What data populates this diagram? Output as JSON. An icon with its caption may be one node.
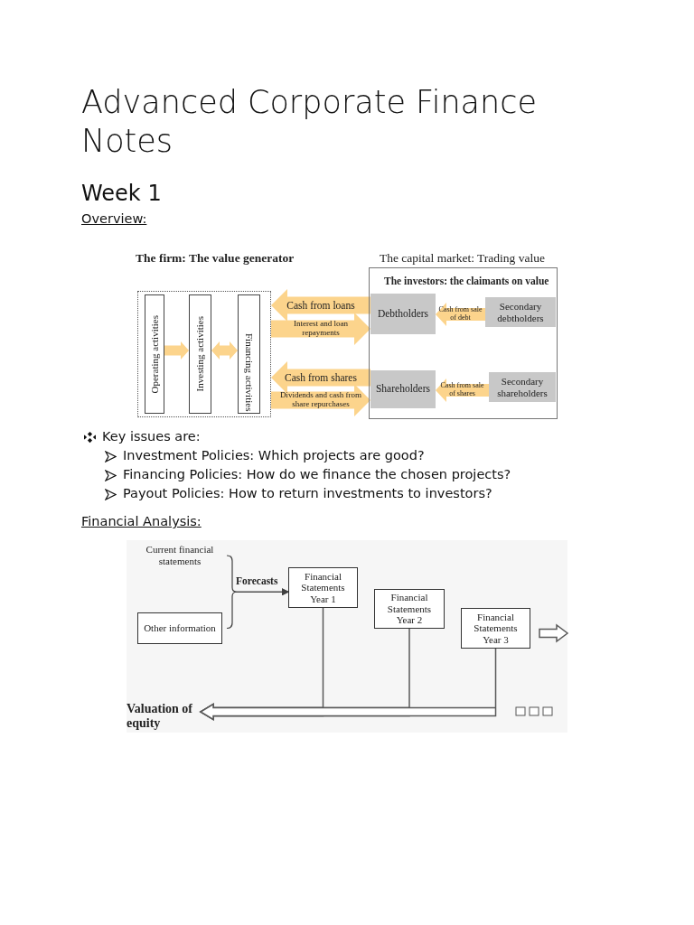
{
  "diagram": {
    "title": "Advanced Corporate Finance Notes",
    "nodes": [
      {
        "text": [
          "The firm: The value generator"
        ]
      },
      {
        "text": [
          "Operating activities"
        ],
        "in": 0
      },
      {
        "text": [
          "Investing activities"
        ],
        "in": 0
      },
      {
        "text": [
          "Financing activities"
        ],
        "in": 0
      },
      {
        "text": [
          "The capital market: Trading value",
          "The investors: the claimants on value"
        ]
      },
      {
        "text": [
          "Debtholders"
        ],
        "in": 4
      },
      {
        "text": [
          "Secondary debtholders"
        ],
        "in": 4
      },
      {
        "text": [
          "Shareholders"
        ],
        "in": 4
      },
      {
        "text": [
          "Secondary shareholders"
        ],
        "in": 4
      },
      {
        "text": [
          "Current financial statements"
        ]
      },
      {
        "text": [
          "Other information"
        ]
      },
      {
        "text": [
          "Financial Statements Year 1"
        ]
      },
      {
        "text": [
          "Financial Statements Year 2"
        ]
      },
      {
        "text": [
          "Financial Statements Year 3"
        ]
      },
      {
        "text": [
          "Valuation of equity"
        ]
      }
    ],
    "edges": [
      {
        "from": 1,
        "to": 2,
        "arrow": "to",
        "style": "thick"
      },
      {
        "from": 2,
        "to": 3,
        "arrow": "both",
        "style": "thick"
      },
      {
        "from": 5,
        "to": 0,
        "arrow": "to",
        "label": "Cash from loans",
        "style": "thick"
      },
      {
        "from": 0,
        "to": 5,
        "arrow": "to",
        "label": "Interest and loan repayments",
        "style": "thick"
      },
      {
        "from": 6,
        "to": 5,
        "arrow": "to",
        "label": "Cash from sale of debt",
        "style": "thick"
      },
      {
        "from": 7,
        "to": 0,
        "arrow": "to",
        "label": "Cash from shares",
        "style": "thick"
      },
      {
        "from": 0,
        "to": 7,
        "arrow": "to",
        "label": "Dividends and cash from share repurchases",
        "style": "thick"
      },
      {
        "from": 8,
        "to": 7,
        "arrow": "to",
        "label": "Cash from sale of shares",
        "style": "thick"
      },
      {
        "from": 9,
        "to": 11,
        "arrow": "to",
        "label": "Forecasts",
        "color": "#404040"
      },
      {
        "from": 10,
        "to": 11,
        "arrow": "to",
        "color": "#404040"
      },
      {
        "from": 11,
        "to": 14,
        "arrow": "to",
        "style": "thick",
        "color": "#595959"
      },
      {
        "from": 12,
        "to": 14,
        "arrow": "to",
        "style": "thick",
        "color": "#595959"
      },
      {
        "from": 13,
        "to": 14,
        "arrow": "to",
        "style": "thick",
        "color": "#595959"
      },
      {
        "from": 13,
        "to": null,
        "arrow": "to",
        "style": "thick",
        "color": "#595959"
      }
    ],
    "labels": [
      "Week 1",
      "Overview:",
      "Key issues are:",
      "Investment Policies: Which projects are good?",
      "Financing Policies: How do we finance the chosen projects?",
      "Payout Policies: How to return investments to investors?",
      "Financial Analysis:"
    ]
  }
}
